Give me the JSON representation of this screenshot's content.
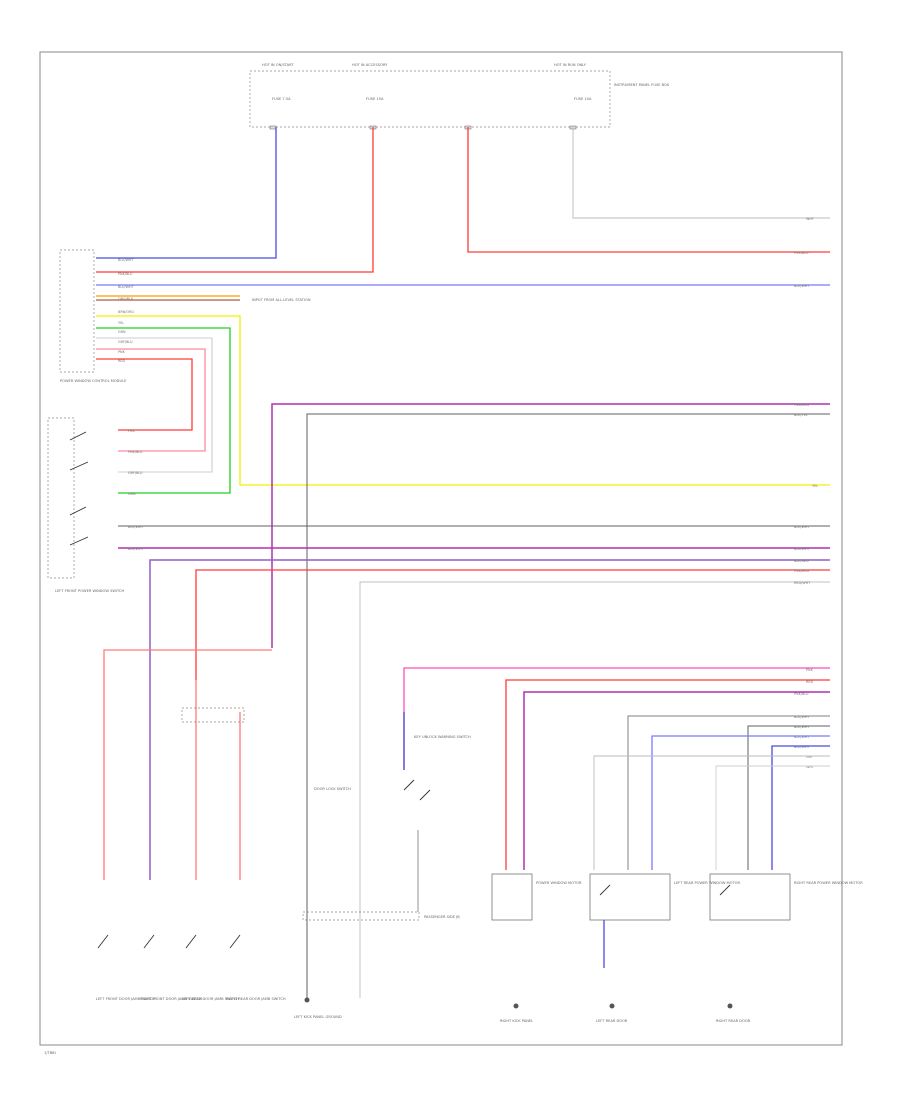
{
  "diagram": {
    "colors": {
      "blu_wht": "#4a4adf",
      "red_blu": "#e0304a",
      "pur_wht": "#b030b0",
      "pnk": "#ff4fc0",
      "red": "#ff3a3a",
      "ylw": "#f0f000",
      "grn": "#20d020",
      "org": "#ff9a00",
      "brn": "#a06040",
      "blk_wht": "#606060",
      "gry_blu": "#8a8ad8",
      "gry": "#909090",
      "pur": "#a050d0",
      "wht": "#c8c8c8",
      "pnk_red": "#ff7090",
      "blu": "#7a7aff",
      "red_wht": "#ff7a7a"
    },
    "top_box": {
      "fuse_a_label": "HOT IN ON/START",
      "fuse_b_label": "HOT IN ACCESSORY",
      "fuse_c_label": "HOT IN RUN ONLY",
      "fuse_a": "FUSE 7.5A",
      "fuse_b": "FUSE 15A",
      "fuse_c": "FUSE 10A",
      "panel_label": "INSTRUMENT PANEL FUSE BOX"
    },
    "right_wires": [
      "WHT",
      "PNK/BLU",
      "BLK/WHT",
      "PNK/RED",
      "BLK/YEL",
      "YEL",
      "BLK/WHT",
      "BLU/WHT",
      "BLK/RED",
      "PNK/RED",
      "RED/WHT",
      "PNK",
      "RED",
      "PNK/BLU",
      "BLK/WHT",
      "BLK/WHT",
      "BLK/WHT",
      "BLU/WHT",
      "GRY",
      "WHT"
    ],
    "left_connector": {
      "pins": [
        "BLK/WHT",
        "PNK/BLU",
        "BLU/WHT",
        "ORG/BLK",
        "BRN/ORG",
        "YEL",
        "GRN",
        "GRY/BLU",
        "PNK",
        "RED"
      ],
      "module_label": "POWER WINDOW CONTROL MODULE",
      "note": "INPUT FROM ALL-LEVEL STATION"
    },
    "switch_group": {
      "wires": [
        "PNK",
        "PNK/BLU",
        "GRY/BLU",
        "GRN",
        "BLK/WHT",
        "BLU/WHT"
      ],
      "label": "LEFT FRONT POWER WINDOW SWITCH"
    },
    "bottom_labels": {
      "sw1": "LEFT FRONT DOOR JAMB SWITCH",
      "sw2": "RIGHT FRONT DOOR JAMB SWITCH",
      "sw3": "LEFT REAR DOOR JAMB SWITCH",
      "sw4": "RIGHT REAR DOOR JAMB SWITCH",
      "lock_sw": "DOOR LOCK SWITCH",
      "key_sw": "KEY UNLOCK WARNING SWITCH",
      "junction": "PASSENGER SIDE JB",
      "ground_center": "LEFT KICK PANEL GROUND",
      "motor1": "POWER WINDOW MOTOR",
      "motor2": "LEFT REAR POWER WINDOW MOTOR",
      "motor3": "RIGHT REAR POWER WINDOW MOTOR",
      "gnd1": "RIGHT KICK PANEL",
      "gnd2": "LEFT REAR DOOR",
      "gnd3": "RIGHT REAR DOOR"
    },
    "footer": "1/TBBI"
  }
}
